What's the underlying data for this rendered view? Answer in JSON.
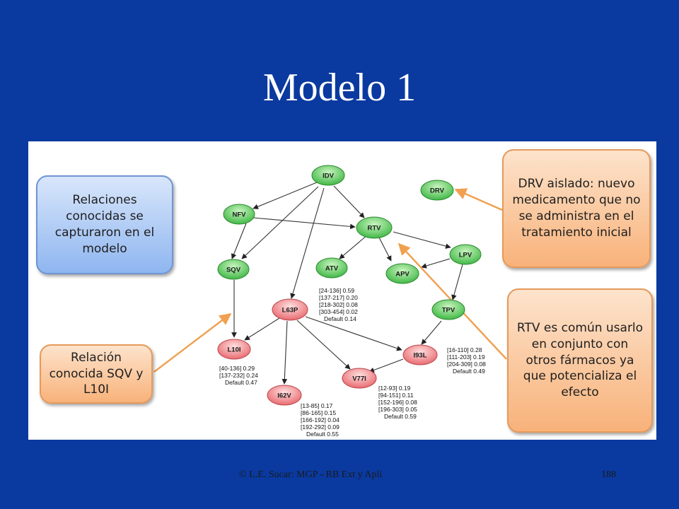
{
  "title": "Modelo 1",
  "colors": {
    "background": "#0a3aa0",
    "green_node": "#5ccd5c",
    "red_node": "#f07f82",
    "arrow_orange": "#f0a050"
  },
  "nodes": {
    "idv": "IDV",
    "nfv": "NFV",
    "rtv": "RTV",
    "drv": "DRV",
    "sqv": "SQV",
    "atv": "ATV",
    "apv": "APV",
    "lpv": "LPV",
    "tpv": "TPV",
    "l63p": "L63P",
    "l10i": "L10I",
    "i93l": "I93L",
    "v77i": "V77I",
    "i62v": "I62V"
  },
  "cpt": {
    "l63p": [
      "[24-136] 0.59",
      "[137-217] 0.20",
      "[218-302] 0.08",
      "[303-454] 0.02",
      "Default 0.14"
    ],
    "i93l": [
      "[16-110] 0.28",
      "[111-203] 0.19",
      "[204-309] 0.08",
      "Default 0.49"
    ],
    "l10i": [
      "[40-136] 0.29",
      "[137-232] 0.24",
      "Default 0.47"
    ],
    "v77i": [
      "[12-93] 0.19",
      "[94-151] 0.11",
      "[152-196] 0.08",
      "[196-303] 0.05",
      "Default 0.59"
    ],
    "i62v": [
      "[13-85] 0.17",
      "[86-165] 0.15",
      "[166-192] 0.04",
      "[192-292] 0.09",
      "Default 0.55"
    ]
  },
  "callouts": {
    "relaciones": "Relaciones conocidas se capturaron en el modelo",
    "relacion_sqv": "Relación conocida SQV y L10I",
    "drv": "DRV aislado: nuevo medicamento que no se administra en el tratamiento inicial",
    "rtv": "RTV  es común usarlo en conjunto con otros fármacos ya que potencializa el efecto"
  },
  "footer": {
    "credit": "© L.E. Sucar: MGP - RB Ext y Apli",
    "page": "188"
  }
}
